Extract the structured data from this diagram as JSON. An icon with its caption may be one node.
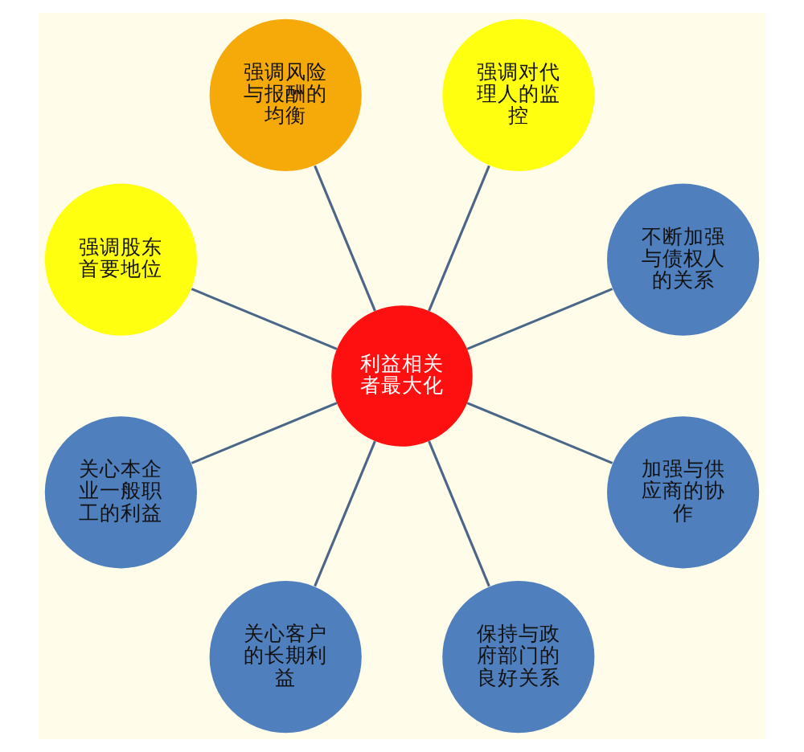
{
  "diagram": {
    "nodes": [
      {
        "text": [
          "利益相关者最大化"
        ]
      },
      {
        "text": [
          "强调风险与报酬的均衡"
        ]
      },
      {
        "text": [
          "强调对代理人的监控"
        ]
      },
      {
        "text": [
          "不断加强与债权人的关系"
        ]
      },
      {
        "text": [
          "加强与供应商的协作"
        ]
      },
      {
        "text": [
          "保持与政府部门的良好关系"
        ]
      },
      {
        "text": [
          "关心客户的长期利益"
        ]
      },
      {
        "text": [
          "关心本企业一般职工的利益"
        ]
      },
      {
        "text": [
          "强调股东首要地位"
        ]
      }
    ],
    "edges": [
      {
        "from": 0,
        "to": 1,
        "arrow": "none"
      },
      {
        "from": 0,
        "to": 2,
        "arrow": "none"
      },
      {
        "from": 0,
        "to": 3,
        "arrow": "none"
      },
      {
        "from": 0,
        "to": 4,
        "arrow": "none"
      },
      {
        "from": 0,
        "to": 5,
        "arrow": "none"
      },
      {
        "from": 0,
        "to": 6,
        "arrow": "none"
      },
      {
        "from": 0,
        "to": 7,
        "arrow": "none"
      },
      {
        "from": 0,
        "to": 8,
        "arrow": "none"
      }
    ]
  }
}
